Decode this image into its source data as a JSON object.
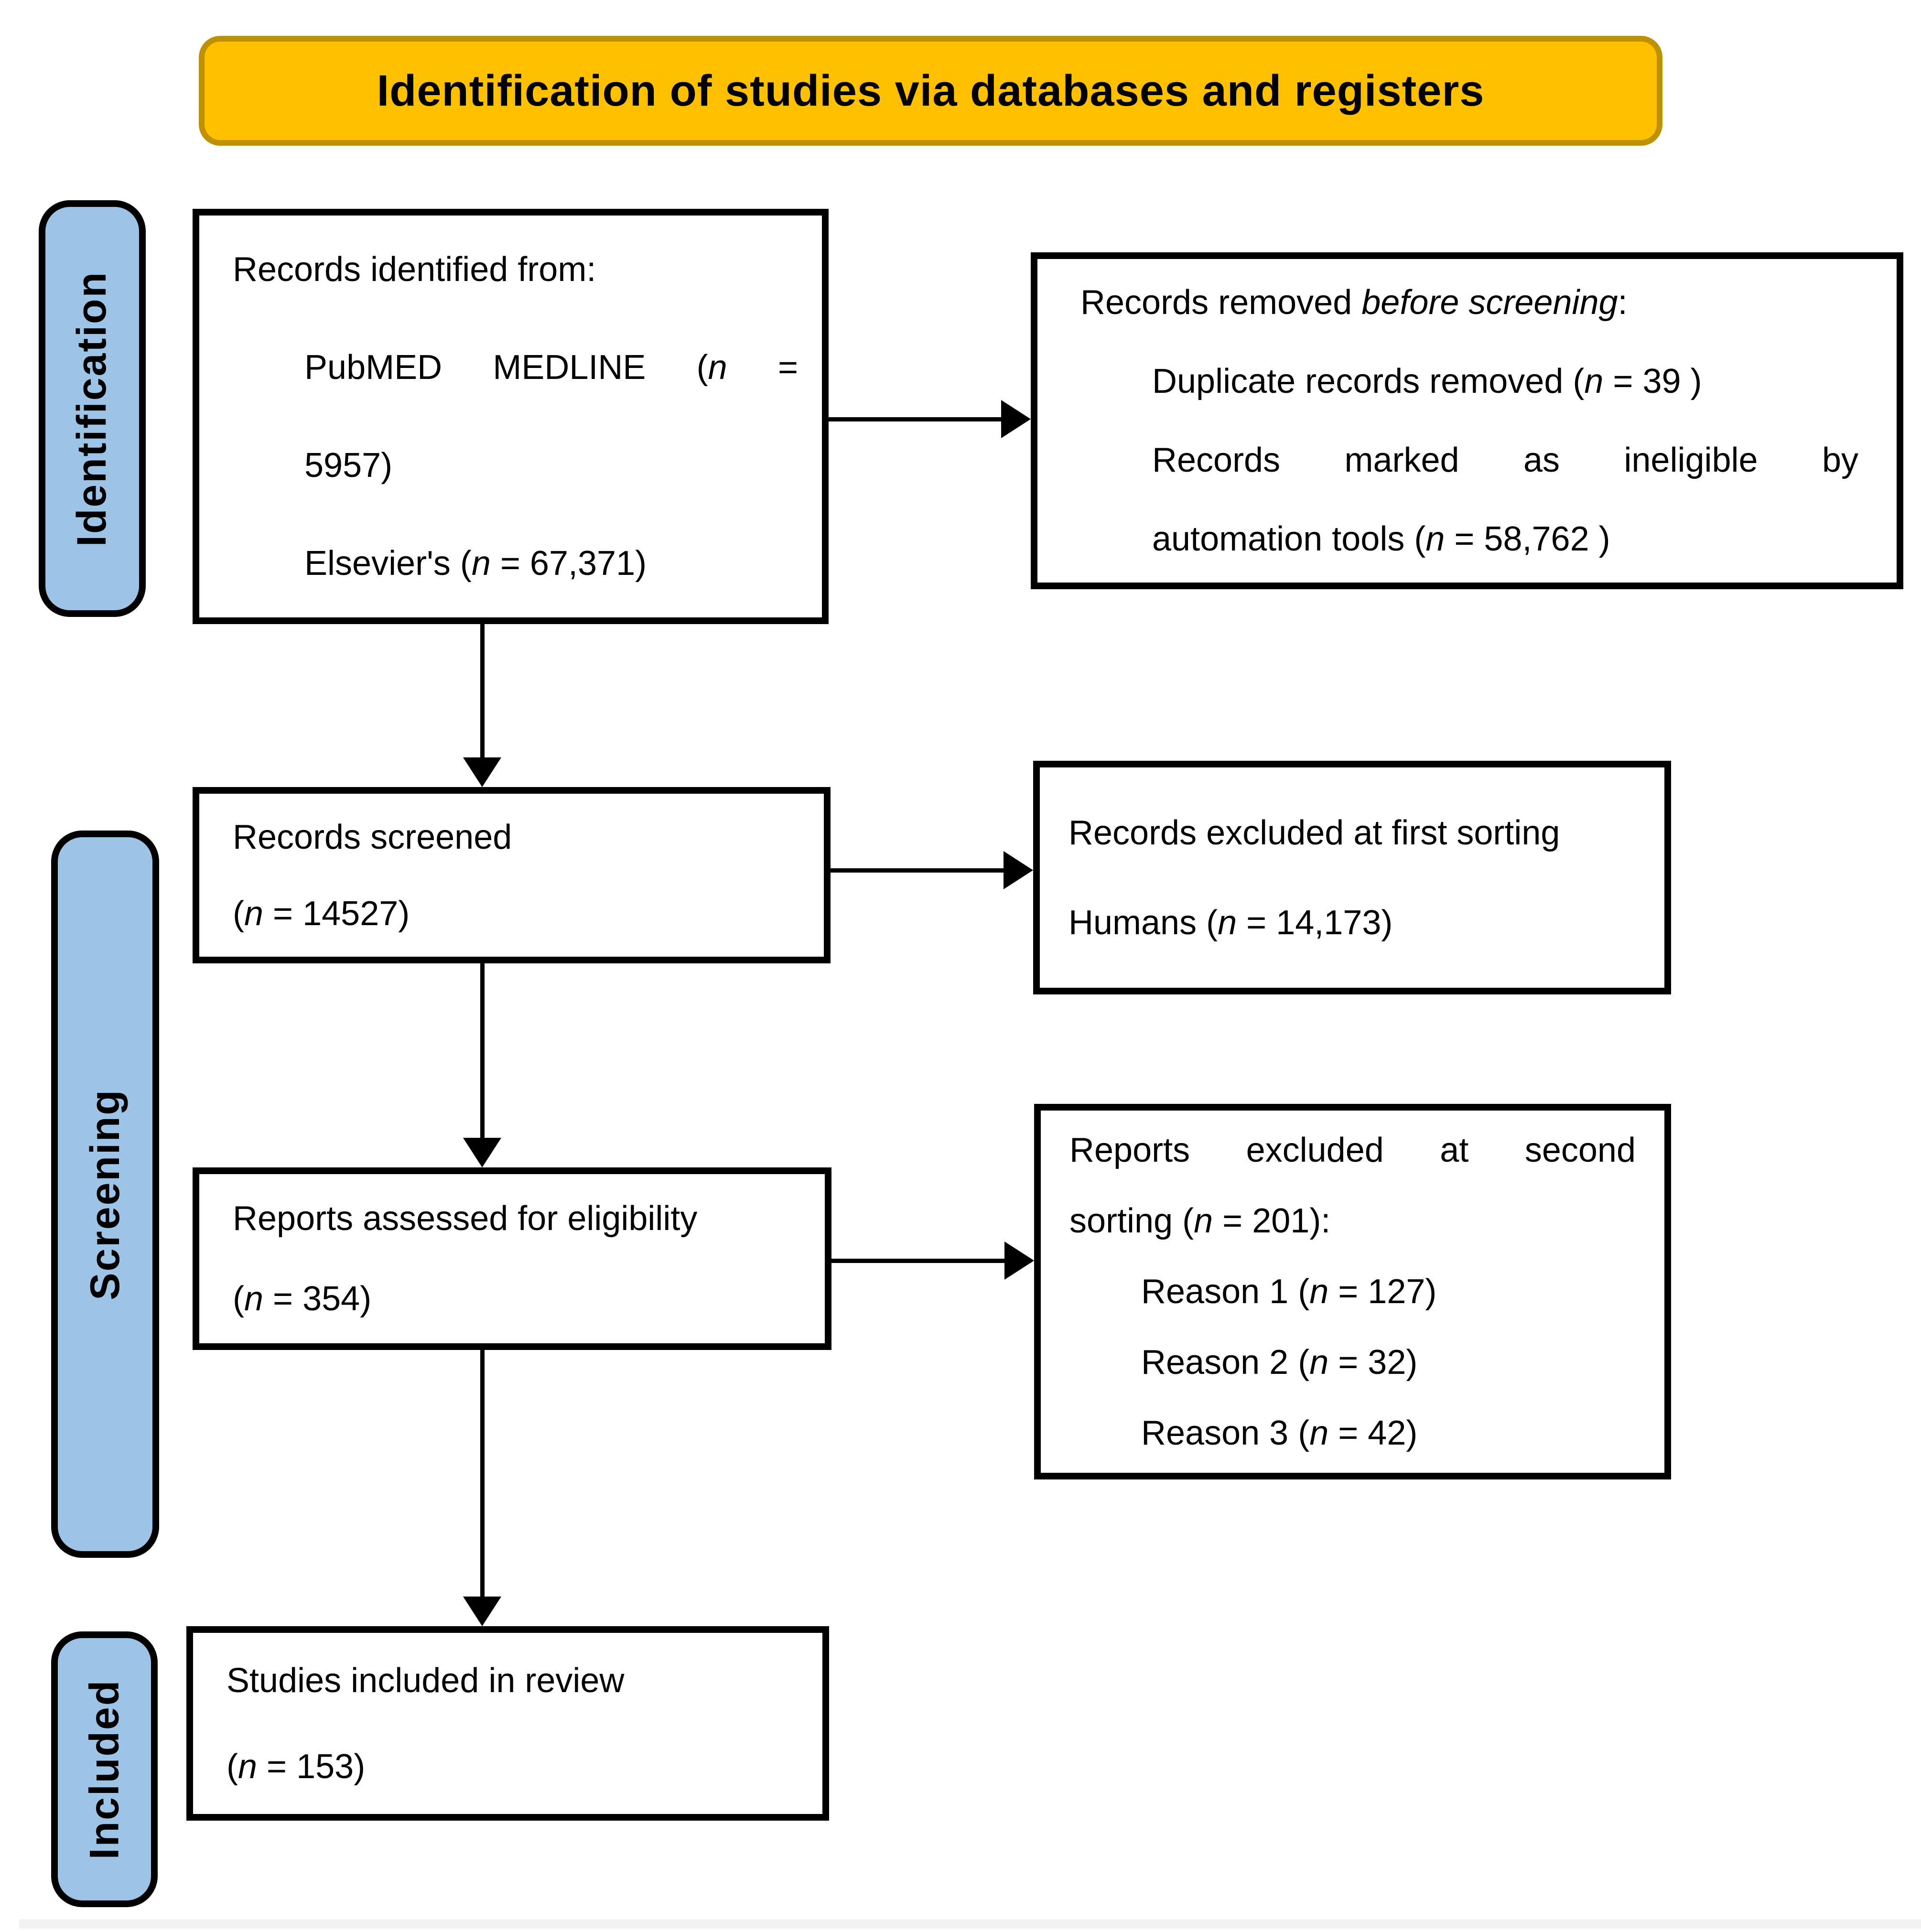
{
  "banner": {
    "title": "Identification of studies via databases and registers",
    "fill": "#FFC000",
    "border_color": "#BF9000"
  },
  "sidebar": {
    "fill": "#9DC3E6",
    "border_color": "#000000",
    "labels": {
      "identification": "Identification",
      "screening": "Screening",
      "included": "Included"
    }
  },
  "footer": {
    "strip_color": "#F2F2F2"
  },
  "boxes": {
    "records_identified": {
      "lines": [
        {
          "segments": [
            {
              "text": "Records identified from:"
            }
          ]
        },
        {
          "indent": true,
          "justify": true,
          "segments": [
            {
              "text": "PubMED MEDLINE ("
            },
            {
              "text": "n",
              "italic": true
            },
            {
              "text": " ="
            }
          ]
        },
        {
          "indent": true,
          "segments": [
            {
              "text": "5957)"
            }
          ]
        },
        {
          "indent": true,
          "segments": [
            {
              "text": "Elsevier's ("
            },
            {
              "text": "n",
              "italic": true
            },
            {
              "text": " = 67,371)"
            }
          ]
        }
      ]
    },
    "records_removed": {
      "lines": [
        {
          "segments": [
            {
              "text": "Records removed "
            },
            {
              "text": "before screening",
              "italic": true
            },
            {
              "text": ":"
            }
          ]
        },
        {
          "indent": true,
          "segments": [
            {
              "text": "Duplicate records removed  ("
            },
            {
              "text": "n",
              "italic": true
            },
            {
              "text": " = 39 )"
            }
          ]
        },
        {
          "indent": true,
          "justify": true,
          "segments": [
            {
              "text": "Records marked as ineligible by"
            }
          ]
        },
        {
          "indent": true,
          "segments": [
            {
              "text": "automation tools ("
            },
            {
              "text": "n",
              "italic": true
            },
            {
              "text": " = 58,762 )"
            }
          ]
        }
      ]
    },
    "records_screened": {
      "lines": [
        {
          "segments": [
            {
              "text": "Records screened"
            }
          ]
        },
        {
          "segments": [
            {
              "text": "("
            },
            {
              "text": "n",
              "italic": true
            },
            {
              "text": " = 14527)"
            }
          ]
        }
      ]
    },
    "records_excluded_first": {
      "lines": [
        {
          "segments": [
            {
              "text": "Records excluded at first sorting"
            }
          ]
        },
        {
          "segments": [
            {
              "text": "Humans ("
            },
            {
              "text": "n",
              "italic": true
            },
            {
              "text": " = 14,173)"
            }
          ]
        }
      ]
    },
    "reports_assessed": {
      "lines": [
        {
          "segments": [
            {
              "text": "Reports assessed for eligibility"
            }
          ]
        },
        {
          "segments": [
            {
              "text": "("
            },
            {
              "text": "n",
              "italic": true
            },
            {
              "text": " = 354)"
            }
          ]
        }
      ]
    },
    "reports_excluded_second": {
      "lines": [
        {
          "justify": true,
          "segments": [
            {
              "text": "Reports excluded at second"
            }
          ]
        },
        {
          "segments": [
            {
              "text": "sorting ("
            },
            {
              "text": "n",
              "italic": true
            },
            {
              "text": " = 201):"
            }
          ]
        },
        {
          "indent": true,
          "segments": [
            {
              "text": "Reason 1 ("
            },
            {
              "text": "n",
              "italic": true
            },
            {
              "text": " = 127)"
            }
          ]
        },
        {
          "indent": true,
          "segments": [
            {
              "text": "Reason 2 ("
            },
            {
              "text": "n",
              "italic": true
            },
            {
              "text": " = 32)"
            }
          ]
        },
        {
          "indent": true,
          "segments": [
            {
              "text": "Reason 3 ("
            },
            {
              "text": "n",
              "italic": true
            },
            {
              "text": " = 42)"
            }
          ]
        }
      ]
    },
    "studies_included": {
      "lines": [
        {
          "segments": [
            {
              "text": "Studies included in review"
            }
          ]
        },
        {
          "segments": [
            {
              "text": "("
            },
            {
              "text": "n",
              "italic": true
            },
            {
              "text": " = 153)"
            }
          ]
        }
      ]
    }
  }
}
